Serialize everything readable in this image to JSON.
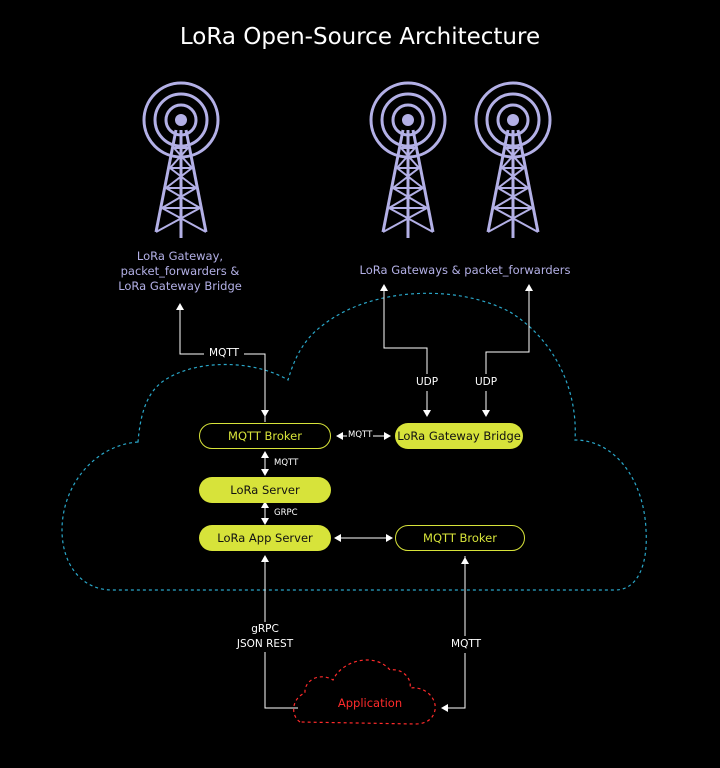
{
  "title": "LoRa Open-Source Architecture",
  "labels": {
    "left_gateway_line1": "LoRa Gateway,",
    "left_gateway_line2": "packet_forwarders &",
    "left_gateway_line3": "LoRa Gateway Bridge",
    "right_gateways": "LoRa Gateways  & packet_forwarders"
  },
  "nodes": {
    "mqtt_broker_top": "MQTT Broker",
    "lora_gateway_bridge": "LoRa Gateway Bridge",
    "lora_server": "LoRa Server",
    "lora_app_server": "LoRa App Server",
    "mqtt_broker_bottom": "MQTT Broker",
    "application": "Application"
  },
  "connections": {
    "mqtt_gateway": "MQTT",
    "udp_left": "UDP",
    "udp_right": "UDP",
    "mqtt_broker_bridge": "MQTT",
    "mqtt_broker_server": "MQTT",
    "grpc_server_app": "GRPC",
    "app_api_line1": "gRPC",
    "app_api_line2": "JSON REST",
    "mqtt_application": "MQTT"
  },
  "colors": {
    "background": "#000000",
    "tower": "#b3b0e6",
    "node": "#d7e33a",
    "cloud": "#2aa7c9",
    "application": "#ff2b2b",
    "arrows": "#ffffff"
  },
  "icons": [
    "radio-tower-icon",
    "radio-tower-icon",
    "radio-tower-icon",
    "cloud-icon"
  ]
}
